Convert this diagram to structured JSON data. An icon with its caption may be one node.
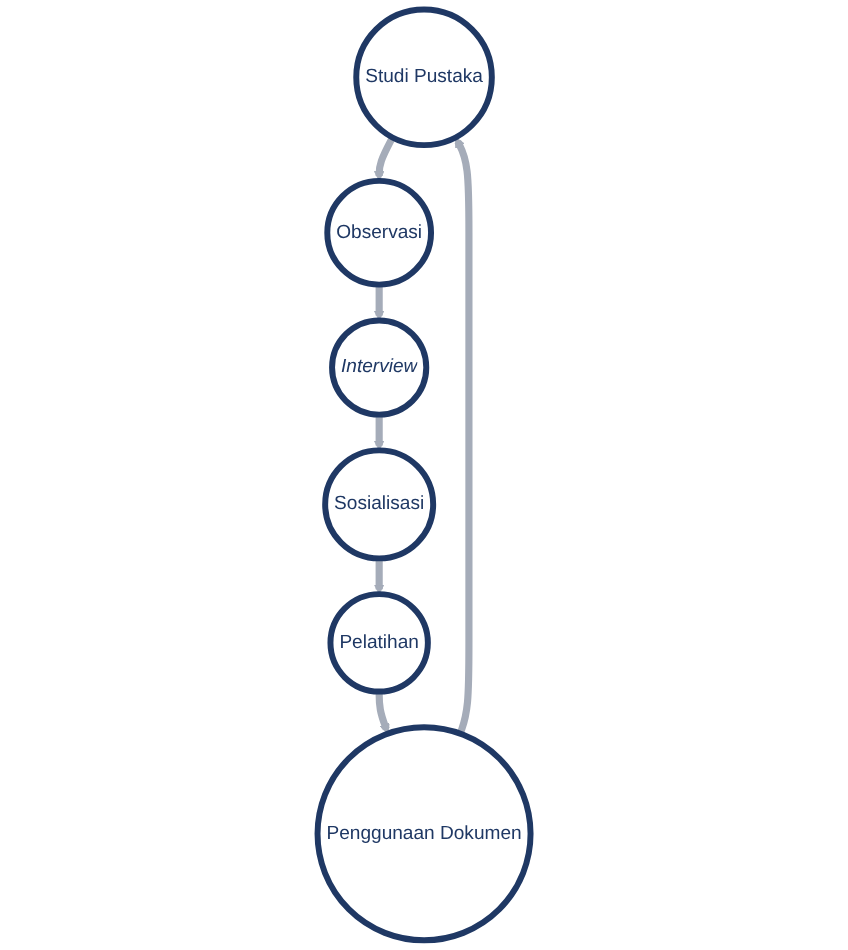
{
  "diagram": {
    "nodes": [
      {
        "text": [
          "Studi Pustaka"
        ]
      },
      {
        "text": [
          "Observasi"
        ]
      },
      {
        "text": [
          "Interview"
        ]
      },
      {
        "text": [
          "Sosialisasi"
        ]
      },
      {
        "text": [
          "Pelatihan"
        ]
      },
      {
        "text": [
          "Penggunaan Dokumen"
        ]
      }
    ],
    "edges": [
      {
        "from": 0,
        "to": 1,
        "arrow": "to"
      },
      {
        "from": 1,
        "to": 2,
        "arrow": "to"
      },
      {
        "from": 2,
        "to": 3,
        "arrow": "to"
      },
      {
        "from": 3,
        "to": 4,
        "arrow": "to"
      },
      {
        "from": 4,
        "to": 5,
        "arrow": "to"
      },
      {
        "from": 5,
        "to": 0,
        "arrow": "to"
      }
    ]
  }
}
